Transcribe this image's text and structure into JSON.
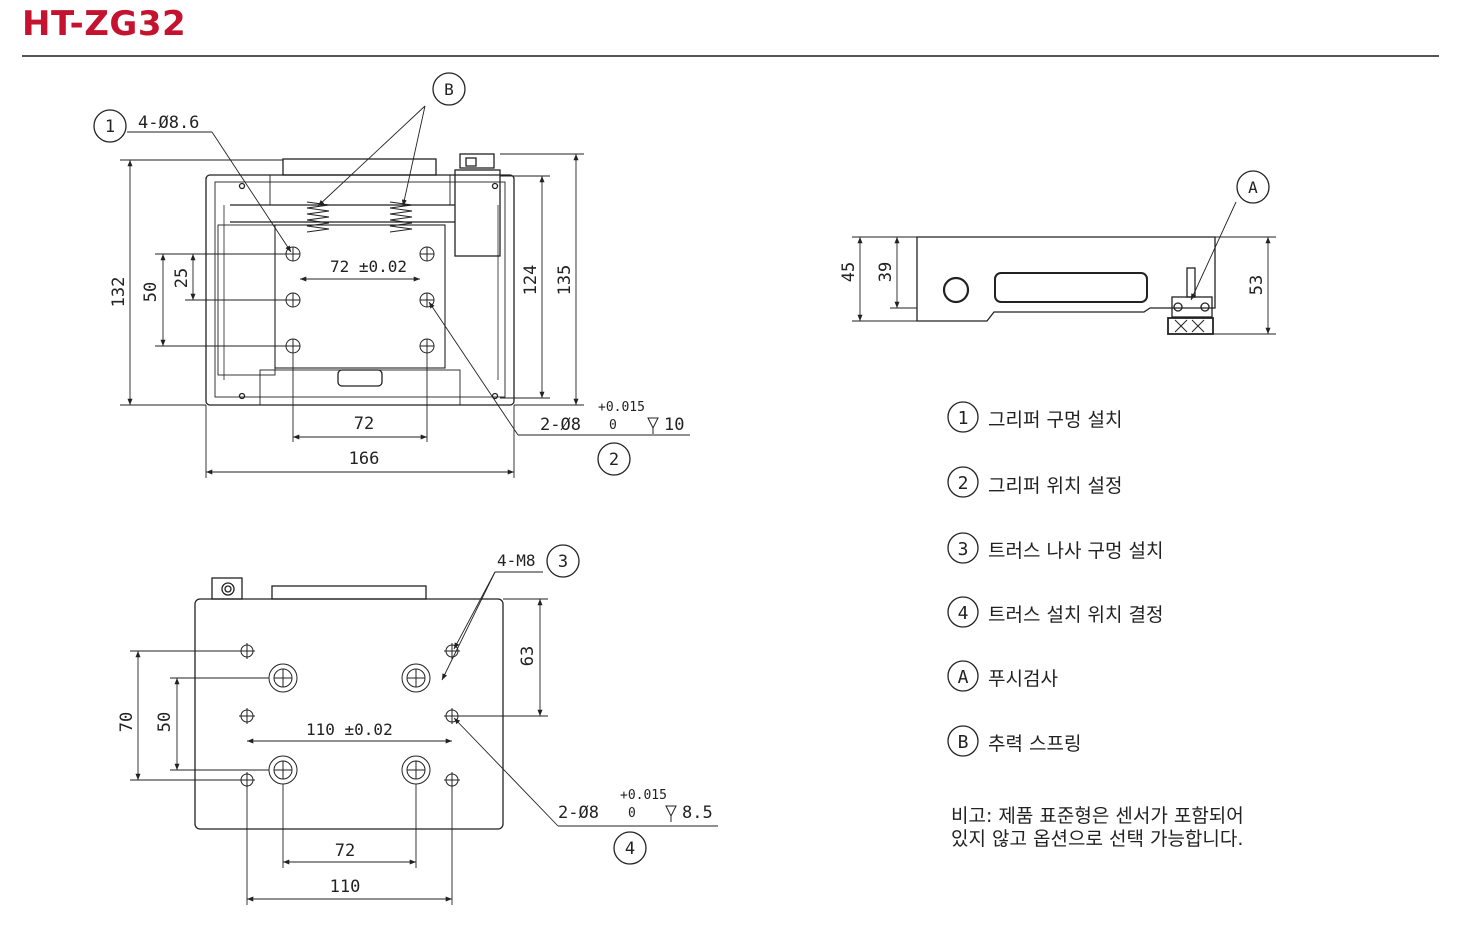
{
  "title": "HT-ZG32",
  "top_view": {
    "bubble_1": "1",
    "bubble_2": "2",
    "bubble_b": "B",
    "hole_callout": "4-Ø8.6",
    "pin_callout": "2-Ø8",
    "pin_tol_upper": "+0.015",
    "pin_tol_lower": "0",
    "pin_depth": "10",
    "dim_72_top": "72 ±0.02",
    "dim_72_bottom": "72",
    "dim_166": "166",
    "dim_132": "132",
    "dim_50": "50",
    "dim_25": "25",
    "dim_124": "124",
    "dim_135": "135"
  },
  "bottom_view": {
    "bubble_3": "3",
    "bubble_4": "4",
    "thread_callout": "4-M8",
    "pin_callout": "2-Ø8",
    "pin_tol_upper": "+0.015",
    "pin_tol_lower": "0",
    "pin_depth": "8.5",
    "dim_110_top": "110 ±0.02",
    "dim_72": "72",
    "dim_110_bottom": "110",
    "dim_70": "70",
    "dim_50": "50",
    "dim_63": "63"
  },
  "side_view": {
    "bubble_a": "A",
    "dim_45": "45",
    "dim_39": "39",
    "dim_53": "53"
  },
  "legend": [
    {
      "key": "1",
      "text": "그리퍼 구멍 설치"
    },
    {
      "key": "2",
      "text": "그리퍼 위치 설정"
    },
    {
      "key": "3",
      "text": "트러스 나사 구멍 설치"
    },
    {
      "key": "4",
      "text": "트러스 설치 위치 결정"
    },
    {
      "key": "A",
      "text": "푸시검사"
    },
    {
      "key": "B",
      "text": "추력 스프링"
    }
  ],
  "note": {
    "line1": "비고: 제품 표준형은 센서가 포함되어",
    "line2": "있지 않고 옵션으로 선택 가능합니다."
  },
  "colors": {
    "title": "#c4122f",
    "line": "#222222"
  }
}
